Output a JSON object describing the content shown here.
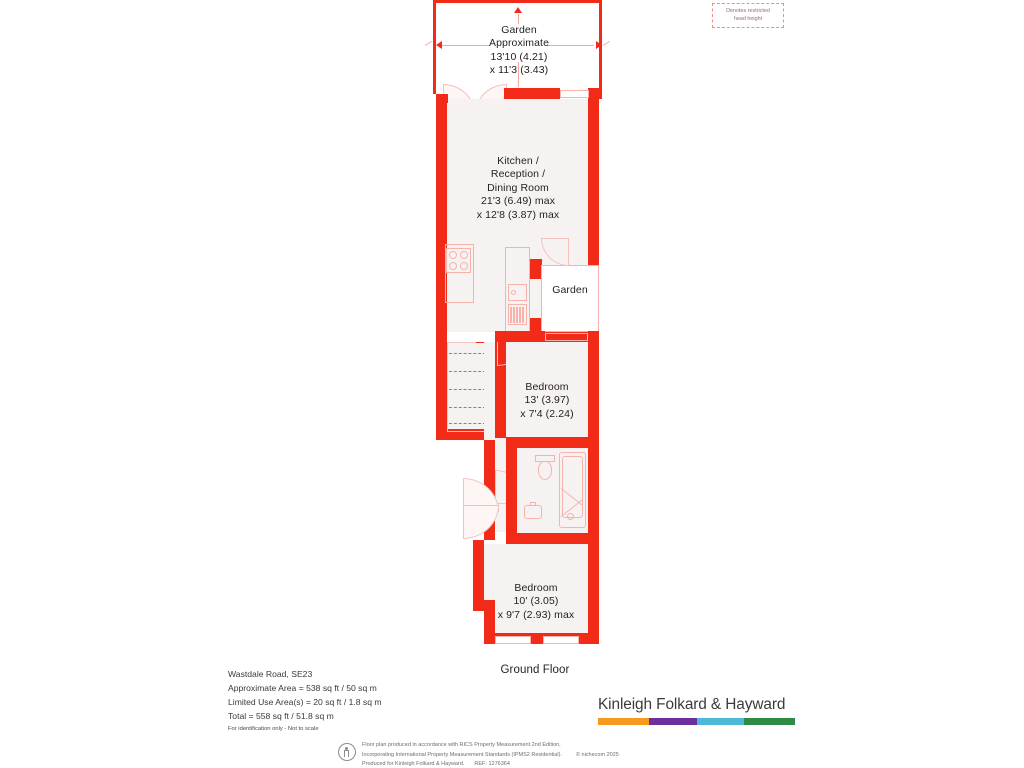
{
  "document": {
    "type": "floor-plan",
    "floor_label": "Ground Floor"
  },
  "legend": {
    "restricted_head_height": "Denotes restricted\nhead height"
  },
  "rooms": [
    {
      "id": "garden-approximate",
      "name": "Garden",
      "label": "Garden\nApproximate\n13'10 (4.21)\nx 11'3 (3.43)",
      "dimensions_imperial": "13'10 x 11'3",
      "dimensions_metric": "4.21 x 3.43"
    },
    {
      "id": "kitchen-reception-dining",
      "name": "Kitchen / Reception / Dining Room",
      "label": "Kitchen /\nReception /\nDining Room\n21'3 (6.49) max\nx 12'8 (3.87) max",
      "dimensions_imperial": "21'3 max x 12'8 max",
      "dimensions_metric": "6.49 max x 3.87 max"
    },
    {
      "id": "garden-store",
      "name": "Garden",
      "label": "Garden",
      "dimensions_imperial": "",
      "dimensions_metric": ""
    },
    {
      "id": "bedroom-1",
      "name": "Bedroom",
      "label": "Bedroom\n13' (3.97)\nx 7'4 (2.24)",
      "dimensions_imperial": "13' x 7'4",
      "dimensions_metric": "3.97 x 2.24"
    },
    {
      "id": "bedroom-2",
      "name": "Bedroom",
      "label": "Bedroom\n10' (3.05)\nx 9'7 (2.93) max",
      "dimensions_imperial": "10' x 9'7 max",
      "dimensions_metric": "3.05 x 2.93 max"
    }
  ],
  "info": {
    "address": "Wastdale Road, SE23",
    "approximate_area": "Approximate Area = 538 sq ft / 50 sq m",
    "limited_use_area": "Limited Use Area(s) = 20 sq ft / 1.8 sq m",
    "total": "Total = 558 sq ft / 51.8 sq m",
    "disclaimer": "For identification only - Not to scale"
  },
  "brand": {
    "name": "Kinleigh Folkard & Hayward",
    "bar_colors": [
      "#f59a1e",
      "#6b2f9e",
      "#4fb8d8",
      "#2e8b45"
    ]
  },
  "footer": {
    "line1": "Floor plan produced in accordance with RICS Property Measurement 2nd Edition,",
    "line2": "Incorporating International Property Measurement Standards (IPMS2 Residential).",
    "copyright": "© nichecom 2025",
    "line3": "Produced for Kinleigh Folkard & Hayward.",
    "reference": "REF: 1276364"
  },
  "colors": {
    "wall": "#f22a18",
    "room_fill": "#f7f2f2",
    "fixture_outline": "#f7b3ab",
    "text": "#231f20"
  }
}
